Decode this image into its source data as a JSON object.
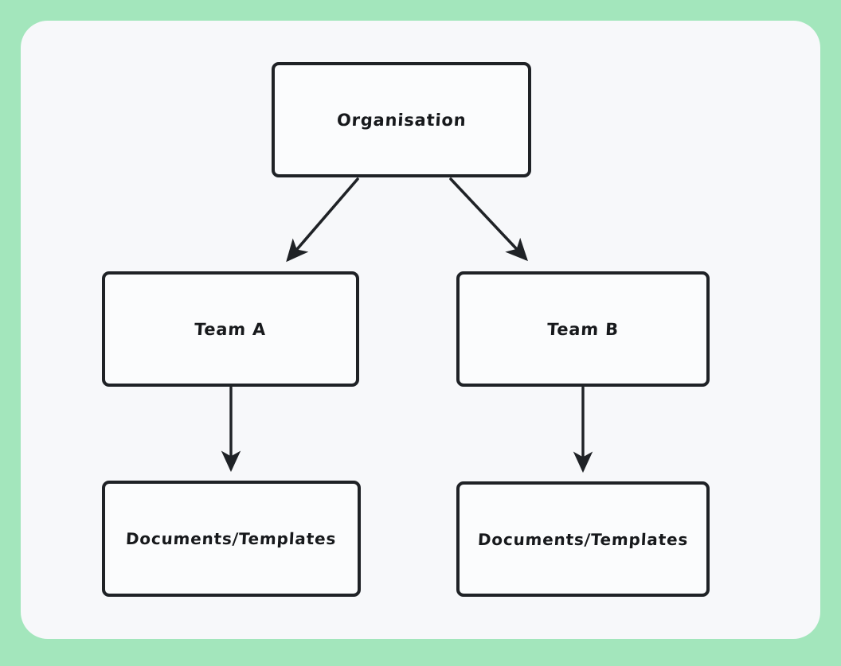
{
  "canvas": {
    "background_color": "#a3e6bc",
    "card_background_color": "#f7f8fa",
    "stroke_color": "#1f2226",
    "text_color": "#17191c"
  },
  "diagram": {
    "type": "flowchart",
    "title": "",
    "nodes": [
      {
        "id": "organisation",
        "label": "Organisation",
        "level": 0
      },
      {
        "id": "team_a",
        "label": "Team A",
        "level": 1
      },
      {
        "id": "team_b",
        "label": "Team B",
        "level": 1
      },
      {
        "id": "docs_a",
        "label": "Documents/Templates",
        "level": 2
      },
      {
        "id": "docs_b",
        "label": "Documents/Templates",
        "level": 2
      }
    ],
    "edges": [
      {
        "id": "edge-org-team-a",
        "from": "organisation",
        "to": "team_a",
        "style": "diagonal",
        "arrowhead": true
      },
      {
        "id": "edge-org-team-b",
        "from": "organisation",
        "to": "team_b",
        "style": "diagonal",
        "arrowhead": true
      },
      {
        "id": "edge-team-a-docs-a",
        "from": "team_a",
        "to": "docs_a",
        "style": "vertical",
        "arrowhead": true
      },
      {
        "id": "edge-team-b-docs-b",
        "from": "team_b",
        "to": "docs_b",
        "style": "vertical",
        "arrowhead": true
      }
    ]
  }
}
